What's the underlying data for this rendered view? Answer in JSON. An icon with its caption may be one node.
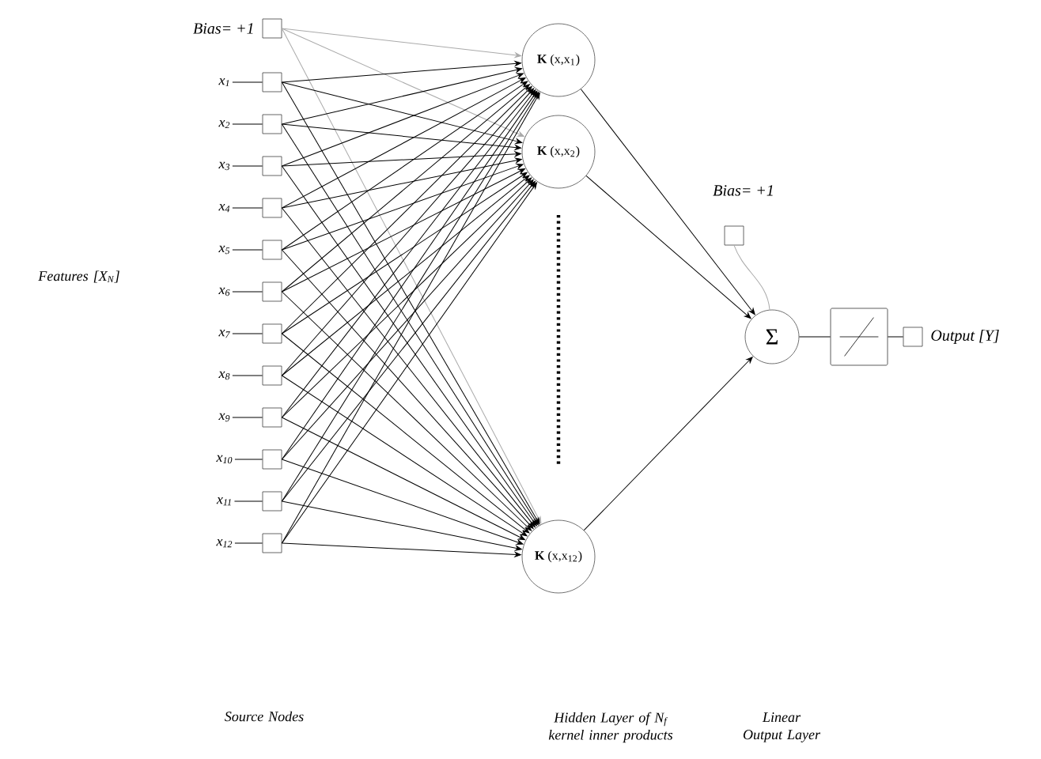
{
  "diagram": {
    "nodes": [
      {
        "text": [],
        "shape": "box",
        "beside": [
          "Bias= +1"
        ]
      },
      {
        "text": [
          "x$_{1}$"
        ]
      },
      {
        "text": [
          "x$_{2}$"
        ]
      },
      {
        "text": [
          "x$_{3}$"
        ]
      },
      {
        "text": [
          "x$_{4}$"
        ]
      },
      {
        "text": [
          "x$_{5}$"
        ]
      },
      {
        "text": [
          "x$_{6}$"
        ]
      },
      {
        "text": [
          "x$_{7}$"
        ]
      },
      {
        "text": [
          "x$_{8}$"
        ]
      },
      {
        "text": [
          "x$_{9}$"
        ]
      },
      {
        "text": [
          "x$_{10}$"
        ]
      },
      {
        "text": [
          "x$_{11}$"
        ]
      },
      {
        "text": [
          "x$_{12}$"
        ]
      },
      {
        "text": [],
        "shape": "box"
      },
      {
        "text": [],
        "shape": "box"
      },
      {
        "text": [],
        "shape": "box"
      },
      {
        "text": [],
        "shape": "box"
      },
      {
        "text": [],
        "shape": "box"
      },
      {
        "text": [],
        "shape": "box"
      },
      {
        "text": [],
        "shape": "box"
      },
      {
        "text": [],
        "shape": "box"
      },
      {
        "text": [],
        "shape": "box"
      },
      {
        "text": [],
        "shape": "box"
      },
      {
        "text": [],
        "shape": "box"
      },
      {
        "text": [],
        "shape": "box"
      },
      {
        "text": [
          "**K** (x,x$_{1}$)"
        ]
      },
      {
        "text": [
          "**K** (x,x$_{2}$)"
        ]
      },
      {
        "text": [
          "**K** (x,x$_{12}$)"
        ]
      },
      {
        "text": [
          "Σ"
        ]
      },
      {
        "text": [],
        "shape": "box",
        "beside": [
          "Bias= +1"
        ]
      },
      {
        "text": [],
        "shape": "picture"
      },
      {
        "text": [],
        "shape": "box",
        "beside": [
          "Output [Y]"
        ]
      }
    ],
    "edges": [
      {
        "from": 1,
        "to": 13,
        "arrow": "none"
      },
      {
        "from": 2,
        "to": 14,
        "arrow": "none"
      },
      {
        "from": 3,
        "to": 15,
        "arrow": "none"
      },
      {
        "from": 4,
        "to": 16,
        "arrow": "none"
      },
      {
        "from": 5,
        "to": 17,
        "arrow": "none"
      },
      {
        "from": 6,
        "to": 18,
        "arrow": "none"
      },
      {
        "from": 7,
        "to": 19,
        "arrow": "none"
      },
      {
        "from": 8,
        "to": 20,
        "arrow": "none"
      },
      {
        "from": 9,
        "to": 21,
        "arrow": "none"
      },
      {
        "from": 10,
        "to": 22,
        "arrow": "none"
      },
      {
        "from": 11,
        "to": 23,
        "arrow": "none"
      },
      {
        "from": 12,
        "to": 24,
        "arrow": "none"
      },
      {
        "from": 0,
        "to": 25,
        "arrow": "to",
        "color": "#aaaaaa"
      },
      {
        "from": 0,
        "to": 26,
        "arrow": "to",
        "color": "#aaaaaa"
      },
      {
        "from": 0,
        "to": 27,
        "arrow": "to",
        "color": "#aaaaaa"
      },
      {
        "from": 13,
        "to": 25,
        "arrow": "to"
      },
      {
        "from": 13,
        "to": 26,
        "arrow": "to"
      },
      {
        "from": 13,
        "to": 27,
        "arrow": "to"
      },
      {
        "from": 14,
        "to": 25,
        "arrow": "to"
      },
      {
        "from": 14,
        "to": 26,
        "arrow": "to"
      },
      {
        "from": 14,
        "to": 27,
        "arrow": "to"
      },
      {
        "from": 15,
        "to": 25,
        "arrow": "to"
      },
      {
        "from": 15,
        "to": 26,
        "arrow": "to"
      },
      {
        "from": 15,
        "to": 27,
        "arrow": "to"
      },
      {
        "from": 16,
        "to": 25,
        "arrow": "to"
      },
      {
        "from": 16,
        "to": 26,
        "arrow": "to"
      },
      {
        "from": 16,
        "to": 27,
        "arrow": "to"
      },
      {
        "from": 17,
        "to": 25,
        "arrow": "to"
      },
      {
        "from": 17,
        "to": 26,
        "arrow": "to"
      },
      {
        "from": 17,
        "to": 27,
        "arrow": "to"
      },
      {
        "from": 18,
        "to": 25,
        "arrow": "to"
      },
      {
        "from": 18,
        "to": 26,
        "arrow": "to"
      },
      {
        "from": 18,
        "to": 27,
        "arrow": "to"
      },
      {
        "from": 19,
        "to": 25,
        "arrow": "to"
      },
      {
        "from": 19,
        "to": 26,
        "arrow": "to"
      },
      {
        "from": 19,
        "to": 27,
        "arrow": "to"
      },
      {
        "from": 20,
        "to": 25,
        "arrow": "to"
      },
      {
        "from": 20,
        "to": 26,
        "arrow": "to"
      },
      {
        "from": 20,
        "to": 27,
        "arrow": "to"
      },
      {
        "from": 21,
        "to": 25,
        "arrow": "to"
      },
      {
        "from": 21,
        "to": 26,
        "arrow": "to"
      },
      {
        "from": 21,
        "to": 27,
        "arrow": "to"
      },
      {
        "from": 22,
        "to": 25,
        "arrow": "to"
      },
      {
        "from": 22,
        "to": 26,
        "arrow": "to"
      },
      {
        "from": 22,
        "to": 27,
        "arrow": "to"
      },
      {
        "from": 23,
        "to": 25,
        "arrow": "to"
      },
      {
        "from": 23,
        "to": 26,
        "arrow": "to"
      },
      {
        "from": 23,
        "to": 27,
        "arrow": "to"
      },
      {
        "from": 24,
        "to": 25,
        "arrow": "to"
      },
      {
        "from": 24,
        "to": 26,
        "arrow": "to"
      },
      {
        "from": 24,
        "to": 27,
        "arrow": "to"
      },
      {
        "from": 25,
        "to": 28,
        "arrow": "to"
      },
      {
        "from": 26,
        "to": 28,
        "arrow": "to"
      },
      {
        "from": 27,
        "to": 28,
        "arrow": "to"
      },
      {
        "from": 29,
        "to": 28,
        "arrow": "none",
        "color": "#aaaaaa"
      },
      {
        "from": 28,
        "to": 30,
        "arrow": "none"
      },
      {
        "from": 30,
        "to": 31,
        "arrow": "none"
      }
    ],
    "labels": [
      "Features [X$_{N}$]",
      "Source Nodes",
      "Hidden Layer of N$_{f}$ kernel inner products",
      "Linear Output Layer"
    ]
  }
}
